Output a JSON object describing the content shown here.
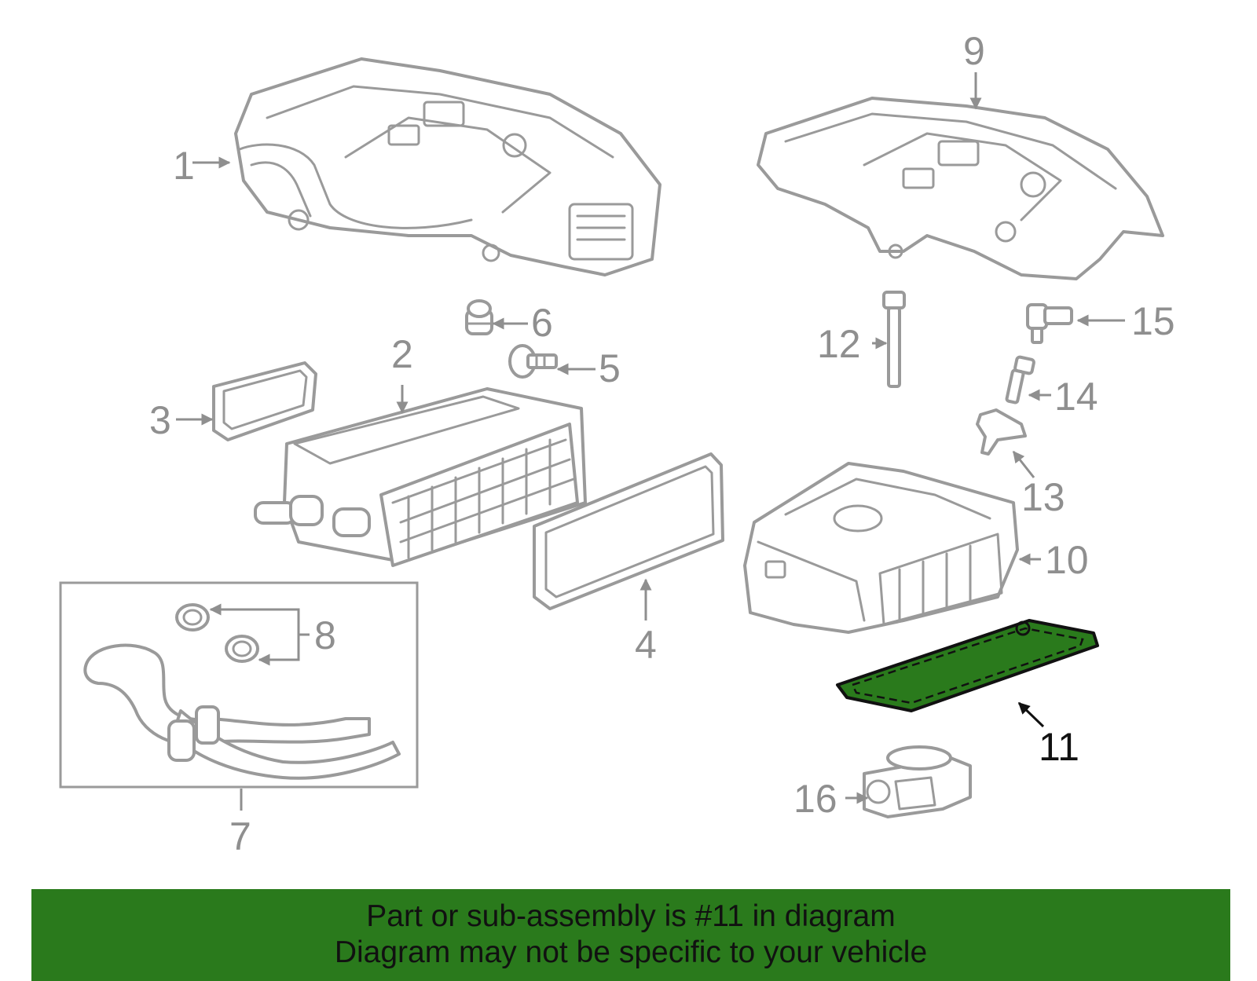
{
  "callouts": {
    "c1": "1",
    "c2": "2",
    "c3": "3",
    "c4": "4",
    "c5": "5",
    "c6": "6",
    "c7": "7",
    "c8": "8",
    "c9": "9",
    "c10": "10",
    "c11": "11",
    "c12": "12",
    "c13": "13",
    "c14": "14",
    "c15": "15",
    "c16": "16"
  },
  "highlight": {
    "part": "11",
    "color": "#2a7a1c"
  },
  "banner": {
    "line1": "Part or sub-assembly is #11 in diagram",
    "line2": "Diagram may not be specific to your vehicle",
    "background": "#2a7a1c"
  }
}
